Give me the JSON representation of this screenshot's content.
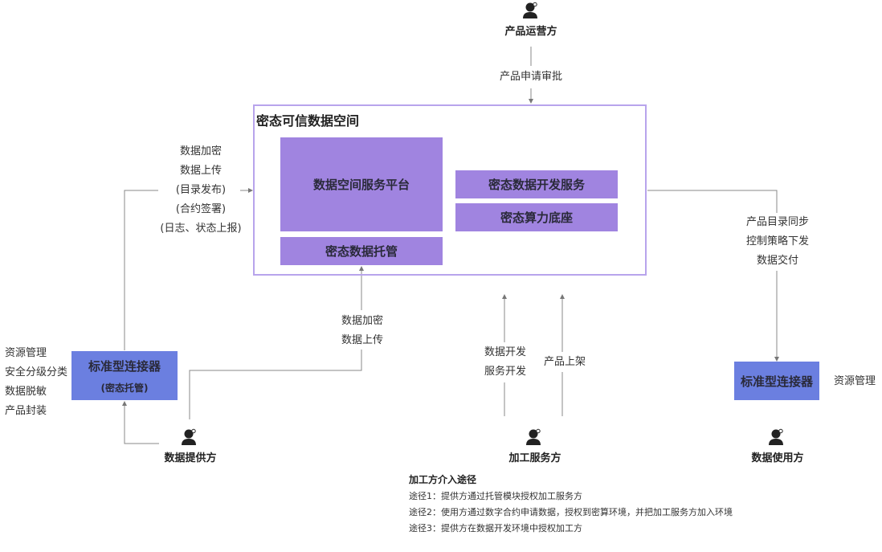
{
  "colors": {
    "frame_border": "#b8a4ec",
    "service_box": "#a084e0",
    "connector_box": "#6b7fe0",
    "line": "#888888"
  },
  "actors": {
    "operator": "产品运营方",
    "provider": "数据提供方",
    "processor": "加工服务方",
    "consumer": "数据使用方"
  },
  "space": {
    "title": "密态可信数据空间",
    "platform": "数据空间服务平台",
    "custody": "密态数据托管",
    "dev_service": "密态数据开发服务",
    "compute_base": "密态算力底座"
  },
  "connectors": {
    "left": {
      "title": "标准型连接器",
      "subtitle": "(密态托管)"
    },
    "right": {
      "title": "标准型连接器"
    }
  },
  "labels": {
    "operator_flow": "产品申请审批",
    "left_flow": [
      "数据加密",
      "数据上传",
      "(目录发布)",
      "(合约签署)",
      "(日志、状态上报)"
    ],
    "left_connector_functions": [
      "资源管理",
      "安全分级分类",
      "数据脱敏",
      "产品封装"
    ],
    "provider_flow": [
      "数据加密",
      "数据上传"
    ],
    "dev_flow": [
      "数据开发",
      "服务开发"
    ],
    "listing_flow": "产品上架",
    "right_flow": [
      "产品目录同步",
      "控制策略下发",
      "数据交付"
    ],
    "right_connector_function": "资源管理"
  },
  "notes": {
    "title": "加工方介入途径",
    "items": [
      "途径1：提供方通过托管模块授权加工服务方",
      "途径2：使用方通过数字合约申请数据，授权到密算环境，并把加工服务方加入环境",
      "途径3：提供方在数据开发环境中授权加工方"
    ]
  }
}
